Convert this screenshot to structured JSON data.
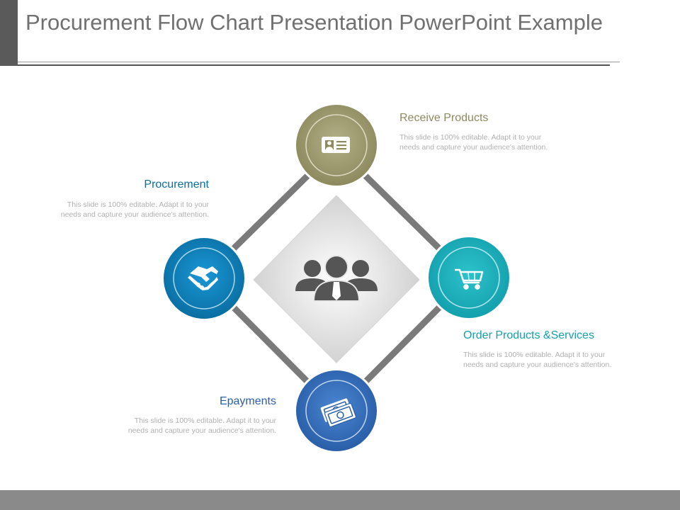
{
  "title": "Procurement Flow Chart Presentation PowerPoint Example",
  "colors": {
    "receive": "#8e8a60",
    "procurement": "#0a6fa3",
    "order": "#14a0ad",
    "epayments": "#2a5ea8",
    "center": "#555555"
  },
  "nodes": {
    "receive": {
      "title": "Receive Products",
      "desc": "This slide is 100% editable. Adapt it to your needs and capture your audience's attention.",
      "icon": "id-card-icon"
    },
    "procurement": {
      "title": "Procurement",
      "desc": "This slide is 100% editable. Adapt it to your needs and capture your audience's attention.",
      "icon": "handshake-icon"
    },
    "order": {
      "title": "Order Products &Services",
      "desc": "This slide is 100% editable. Adapt it to your needs and capture your audience's attention.",
      "icon": "shopping-cart-icon"
    },
    "epayments": {
      "title": "Epayments",
      "desc": "This slide is 100% editable. Adapt it to your needs and capture your audience's attention.",
      "icon": "money-icon"
    }
  },
  "center_icon": "team-icon"
}
